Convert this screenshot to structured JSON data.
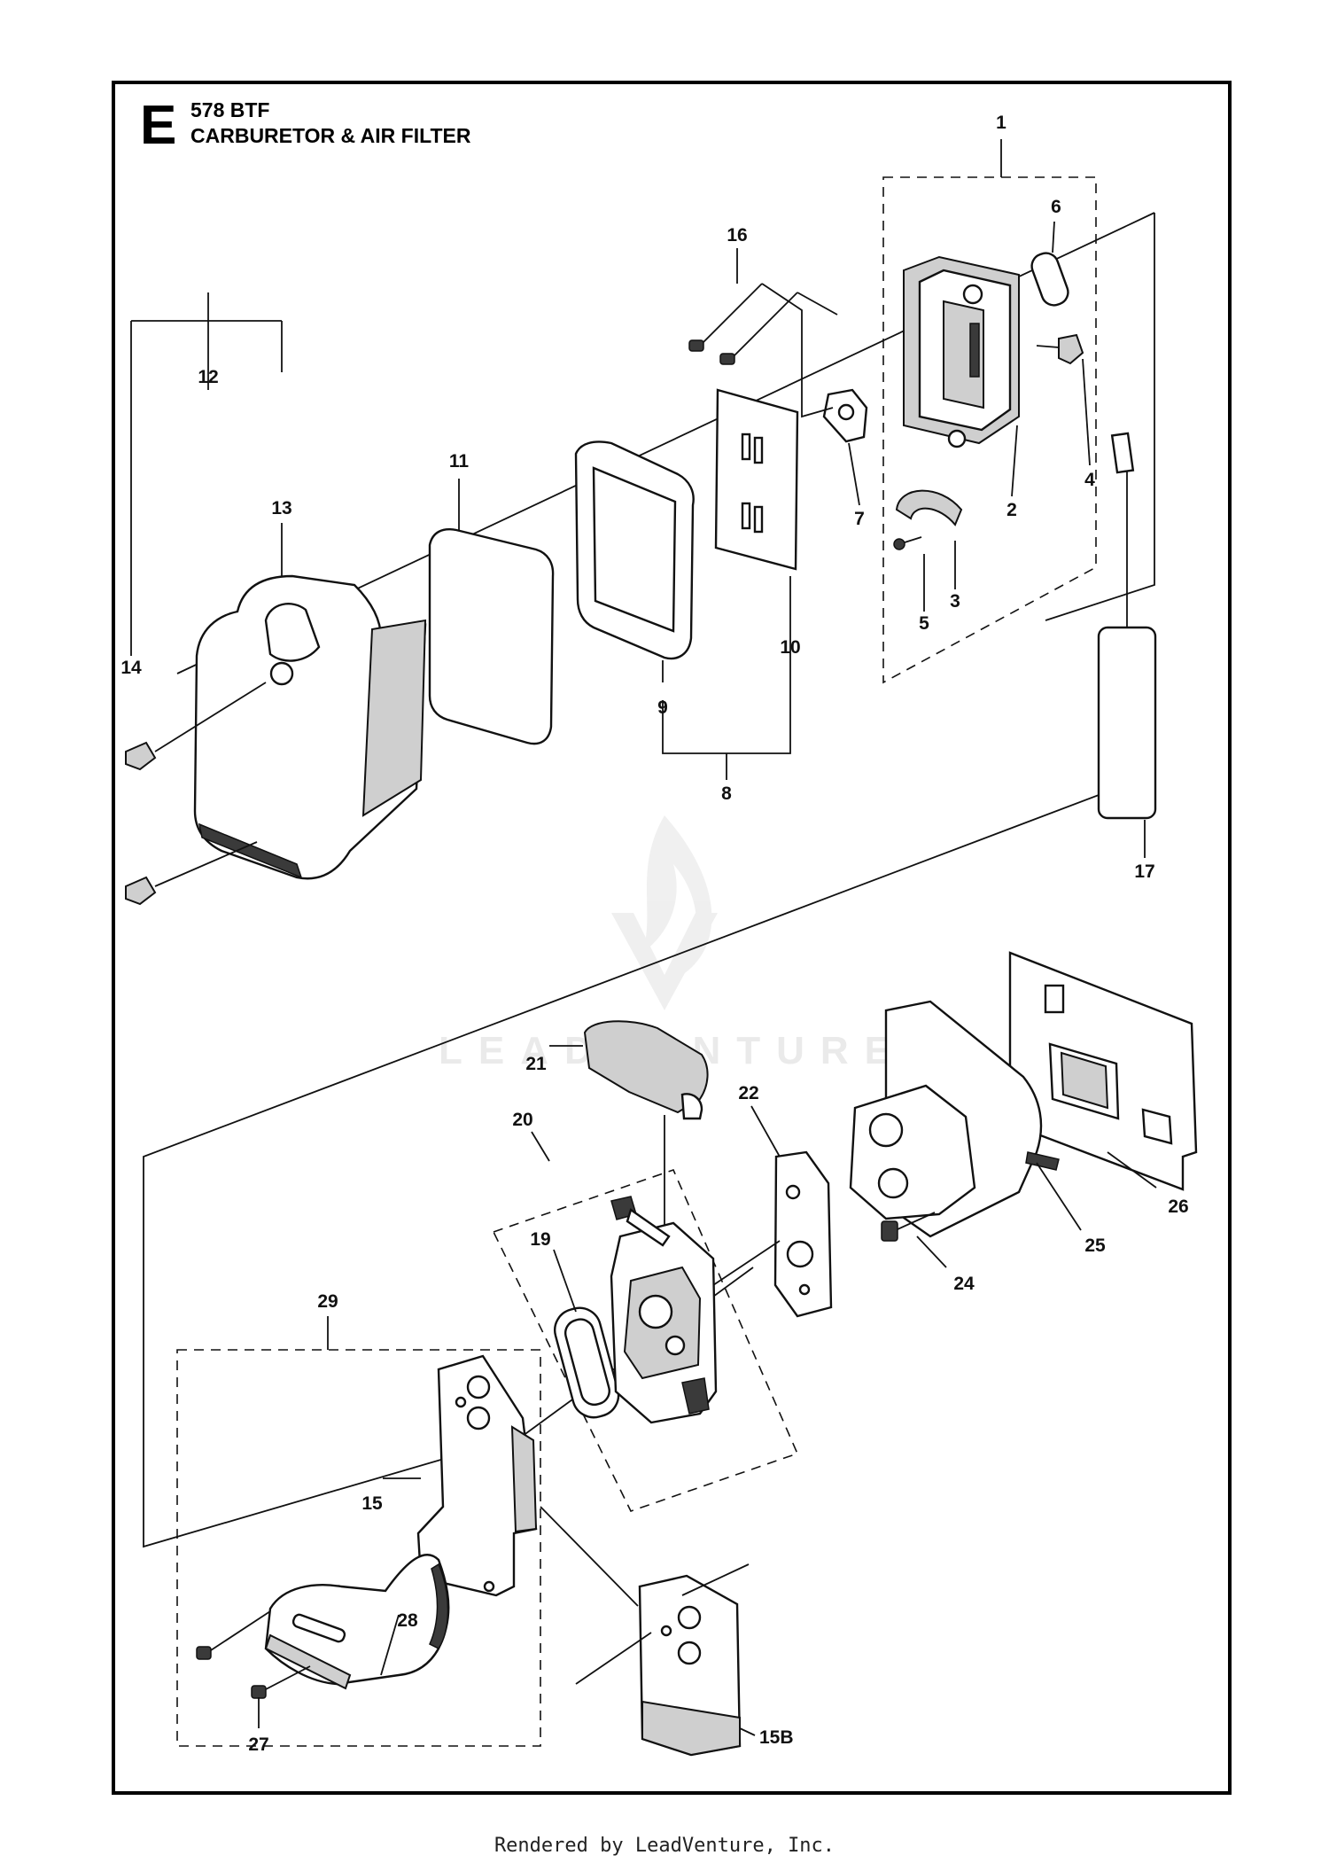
{
  "header": {
    "section_letter": "E",
    "model": "578 BTF",
    "title": "CARBURETOR & AIR FILTER"
  },
  "watermark": "LEADVENTURE",
  "footer": "Rendered by LeadVenture, Inc.",
  "callouts": [
    {
      "id": "1"
    },
    {
      "id": "2"
    },
    {
      "id": "3"
    },
    {
      "id": "4"
    },
    {
      "id": "5"
    },
    {
      "id": "6"
    },
    {
      "id": "7"
    },
    {
      "id": "8"
    },
    {
      "id": "9"
    },
    {
      "id": "10"
    },
    {
      "id": "11"
    },
    {
      "id": "12"
    },
    {
      "id": "13"
    },
    {
      "id": "14"
    },
    {
      "id": "15"
    },
    {
      "id": "15B"
    },
    {
      "id": "16"
    },
    {
      "id": "17"
    },
    {
      "id": "19"
    },
    {
      "id": "20"
    },
    {
      "id": "21"
    },
    {
      "id": "22"
    },
    {
      "id": "24"
    },
    {
      "id": "25"
    },
    {
      "id": "26"
    },
    {
      "id": "27"
    },
    {
      "id": "28"
    },
    {
      "id": "29"
    }
  ]
}
